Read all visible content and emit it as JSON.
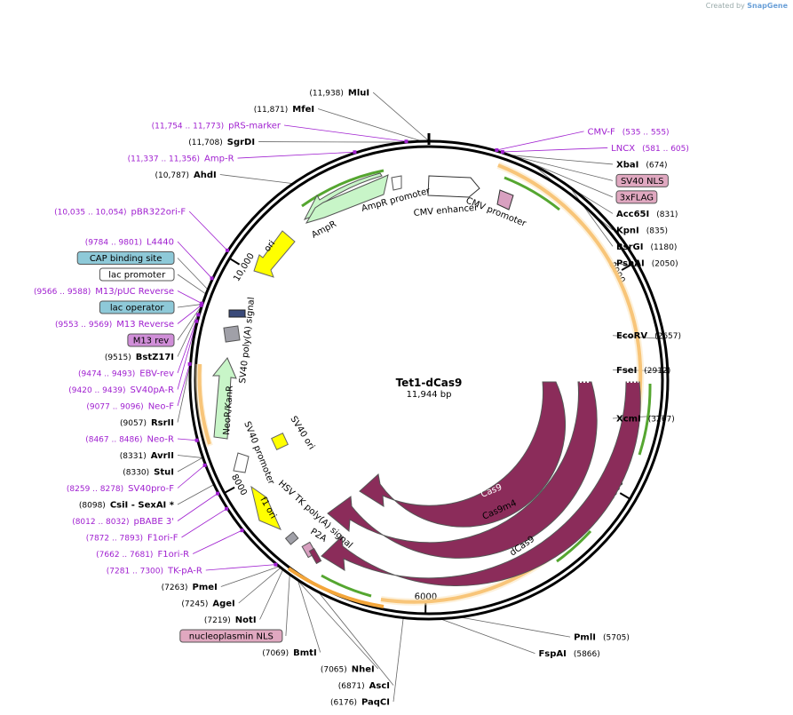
{
  "credit": {
    "prefix": "Created by",
    "brand": "SnapGene"
  },
  "plasmid": {
    "name": "Tet1-dCas9",
    "size_label": "11,944 bp",
    "length": 11944
  },
  "colors": {
    "ring": "#000000",
    "cas9": "#8b2c5a",
    "orf_orange": "#f4a63a",
    "orf_green": "#55a630",
    "ampr": "#c8f5c8",
    "neor": "#c8f5c8",
    "ori": "#ffff00",
    "promoter": "#ffffff",
    "sv40_ori": "#ffff00",
    "primer": "#a020d0",
    "box_blue": "#8ec9d8",
    "box_pink": "#e0a8c0",
    "box_purple": "#d08ed8"
  },
  "ticks": [
    {
      "label": "2000",
      "pos": 2000
    },
    {
      "label": "4000",
      "pos": 4000
    },
    {
      "label": "6000",
      "pos": 6000
    },
    {
      "label": "8000",
      "pos": 8000
    },
    {
      "label": "10,000",
      "pos": 10000
    }
  ],
  "labels": [
    {
      "kind": "site",
      "coord": "(11,938)",
      "name": "MluI",
      "pos": 11938
    },
    {
      "kind": "site",
      "coord": "(11,871)",
      "name": "MfeI",
      "pos": 11871
    },
    {
      "kind": "primer",
      "coord": "(11,754 .. 11,773)",
      "name": "pRS-marker",
      "pos": 11764
    },
    {
      "kind": "site",
      "coord": "(11,708)",
      "name": "SgrDI",
      "pos": 11708
    },
    {
      "kind": "primer",
      "coord": "(11,337 .. 11,356)",
      "name": "Amp-R",
      "pos": 11346
    },
    {
      "kind": "site",
      "coord": "(10,787)",
      "name": "AhdI",
      "pos": 10787
    },
    {
      "kind": "primer",
      "coord": "(10,035 .. 10,054)",
      "name": "pBR322ori-F",
      "pos": 10045
    },
    {
      "kind": "primer",
      "coord": "(9784 .. 9801)",
      "name": "L4440",
      "pos": 9792
    },
    {
      "kind": "box",
      "coord": "",
      "name": "CAP binding site",
      "style": "blue",
      "pos": 9700
    },
    {
      "kind": "box",
      "coord": "",
      "name": "lac promoter",
      "style": "white",
      "pos": 9660
    },
    {
      "kind": "primer",
      "coord": "(9566 .. 9588)",
      "name": "M13/pUC Reverse",
      "pos": 9577
    },
    {
      "kind": "box",
      "coord": "",
      "name": "lac operator",
      "style": "blue",
      "pos": 9570
    },
    {
      "kind": "primer",
      "coord": "(9553 .. 9569)",
      "name": "M13 Reverse",
      "pos": 9561
    },
    {
      "kind": "box",
      "coord": "",
      "name": "M13 rev",
      "style": "purple",
      "pos": 9545
    },
    {
      "kind": "site",
      "coord": "(9515)",
      "name": "BstZ17I",
      "pos": 9515
    },
    {
      "kind": "primer",
      "coord": "(9474 .. 9493)",
      "name": "EBV-rev",
      "pos": 9483
    },
    {
      "kind": "primer",
      "coord": "(9420 .. 9439)",
      "name": "SV40pA-R",
      "pos": 9430
    },
    {
      "kind": "primer",
      "coord": "(9077 .. 9096)",
      "name": "Neo-F",
      "pos": 9086
    },
    {
      "kind": "site",
      "coord": "(9057)",
      "name": "RsrII",
      "pos": 9057
    },
    {
      "kind": "primer",
      "coord": "(8467 .. 8486)",
      "name": "Neo-R",
      "pos": 8476
    },
    {
      "kind": "site",
      "coord": "(8331)",
      "name": "AvrII",
      "pos": 8331
    },
    {
      "kind": "site",
      "coord": "(8330)",
      "name": "StuI",
      "pos": 8330
    },
    {
      "kind": "primer",
      "coord": "(8259 .. 8278)",
      "name": "SV40pro-F",
      "pos": 8268
    },
    {
      "kind": "site",
      "coord": "(8098)",
      "name": "CsiI  - SexAI *",
      "pos": 8098
    },
    {
      "kind": "primer",
      "coord": "(8012 .. 8032)",
      "name": "pBABE 3'",
      "pos": 8022
    },
    {
      "kind": "primer",
      "coord": "(7872 .. 7893)",
      "name": "F1ori-F",
      "pos": 7882
    },
    {
      "kind": "primer",
      "coord": "(7662 .. 7681)",
      "name": "F1ori-R",
      "pos": 7671
    },
    {
      "kind": "primer",
      "coord": "(7281 .. 7300)",
      "name": "TK-pA-R",
      "pos": 7290
    },
    {
      "kind": "site",
      "coord": "(7263)",
      "name": "PmeI",
      "pos": 7263
    },
    {
      "kind": "site",
      "coord": "(7245)",
      "name": "AgeI",
      "pos": 7245
    },
    {
      "kind": "site",
      "coord": "(7219)",
      "name": "NotI",
      "pos": 7219
    },
    {
      "kind": "box",
      "coord": "",
      "name": "nucleoplasmin NLS",
      "style": "pink",
      "pos": 7150
    },
    {
      "kind": "site",
      "coord": "(7069)",
      "name": "BmtI",
      "pos": 7069
    },
    {
      "kind": "site",
      "coord": "(7065)",
      "name": "NheI",
      "pos": 7065
    },
    {
      "kind": "site",
      "coord": "(6871)",
      "name": "AscI",
      "pos": 6871
    },
    {
      "kind": "site",
      "coord": "(6176)",
      "name": "PaqCI",
      "pos": 6176
    },
    {
      "kind": "site",
      "coord": "(5866)",
      "name": "FspAI",
      "pos": 5866
    },
    {
      "kind": "site",
      "coord": "(5705)",
      "name": "PmlI",
      "pos": 5705
    },
    {
      "kind": "site",
      "coord": "(3267)",
      "name": "XcmI",
      "pos": 3267
    },
    {
      "kind": "site",
      "coord": "(2912)",
      "name": "FseI",
      "pos": 2912
    },
    {
      "kind": "site",
      "coord": "(2657)",
      "name": "EcoRV",
      "pos": 2657
    },
    {
      "kind": "site",
      "coord": "(2050)",
      "name": "PshAI",
      "pos": 2050
    },
    {
      "kind": "site",
      "coord": "(1180)",
      "name": "BsrGI",
      "pos": 1180
    },
    {
      "kind": "site",
      "coord": "(835)",
      "name": "KpnI",
      "pos": 835
    },
    {
      "kind": "site",
      "coord": "(831)",
      "name": "Acc65I",
      "pos": 831
    },
    {
      "kind": "box",
      "coord": "",
      "name": "3xFLAG",
      "style": "pink",
      "pos": 740
    },
    {
      "kind": "box",
      "coord": "",
      "name": "SV40 NLS",
      "style": "pink",
      "pos": 700
    },
    {
      "kind": "site",
      "coord": "(674)",
      "name": "XbaI",
      "pos": 674
    },
    {
      "kind": "primer",
      "coord": "(581 .. 605)",
      "name": "LNCX",
      "pos": 593
    },
    {
      "kind": "primer",
      "coord": "(535 .. 555)",
      "name": "CMV-F",
      "pos": 545
    }
  ],
  "features": {
    "ampr_promoter": "AmpR promoter",
    "ampr": "AmpR",
    "ori": "ori",
    "cmv_enhancer": "CMV enhancer",
    "cmv_promoter": "CMV promoter",
    "sv40_polya": "SV40 poly(A) signal",
    "neor": "NeoR/KanR",
    "sv40_promoter": "SV40 promoter",
    "sv40_ori": "SV40 ori",
    "f1_ori": "f1 ori",
    "hsv_tk": "HSV TK poly(A) signal",
    "p2a": "P2A",
    "cas9": "Cas9",
    "cas9m4": "Cas9m4",
    "dcas9": "dCas9"
  }
}
